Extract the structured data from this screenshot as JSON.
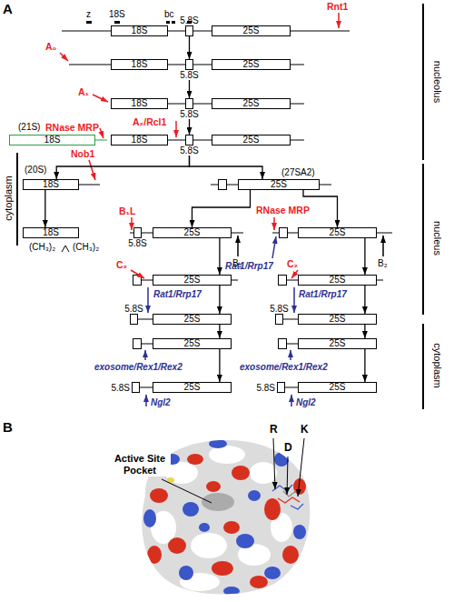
{
  "diagram": {
    "nodes": [
      {
        "text": [
          "18S"
        ]
      },
      {
        "text": [
          "5.8S"
        ]
      },
      {
        "text": [
          "25S"
        ]
      },
      {
        "text": [
          "18S"
        ]
      },
      {
        "text": [
          "5.8S"
        ]
      },
      {
        "text": [
          "25S"
        ]
      },
      {
        "text": [
          "18S"
        ]
      },
      {
        "text": [
          "5.8S"
        ]
      },
      {
        "text": [
          "25S"
        ]
      },
      {
        "text": [
          "18S"
        ]
      },
      {
        "text": [
          "18S"
        ]
      },
      {
        "text": [
          "5.8S"
        ]
      },
      {
        "text": [
          "25S"
        ]
      },
      {
        "text": [
          "18S"
        ]
      },
      {
        "text": [
          "25S"
        ]
      },
      {
        "text": [
          "18S"
        ]
      },
      {
        "text": [
          "5.8S"
        ]
      },
      {
        "text": [
          "25S"
        ]
      },
      {
        "text": [
          "25S"
        ]
      },
      {
        "text": [
          "5.8S"
        ]
      },
      {
        "text": [
          "25S"
        ]
      },
      {
        "text": [
          "25S"
        ]
      },
      {
        "text": [
          "5.8S"
        ]
      },
      {
        "text": [
          "25S"
        ]
      },
      {
        "text": [
          "25S"
        ]
      },
      {
        "text": [
          "25S"
        ]
      },
      {
        "text": [
          "5.8S"
        ]
      },
      {
        "text": [
          "25S"
        ]
      },
      {
        "text": [
          "25S"
        ]
      },
      {
        "text": [
          "5.8S"
        ]
      },
      {
        "text": [
          "25S"
        ]
      }
    ],
    "edges": [
      {
        "from": 1,
        "to": 4,
        "arrow": "to"
      },
      {
        "from": 4,
        "to": 7,
        "arrow": "to"
      },
      {
        "from": 7,
        "to": 11,
        "arrow": "to"
      },
      {
        "from": 11,
        "to": 13,
        "arrow": "to"
      },
      {
        "from": 11,
        "to": 14,
        "arrow": "to"
      },
      {
        "from": 13,
        "to": 15,
        "arrow": "to"
      },
      {
        "from": 14,
        "to": 17,
        "arrow": "to"
      },
      {
        "from": 14,
        "to": 24,
        "arrow": "to"
      },
      {
        "from": 17,
        "to": 18,
        "arrow": "to"
      },
      {
        "from": 18,
        "to": 20,
        "arrow": "to"
      },
      {
        "from": 20,
        "to": 21,
        "arrow": "to"
      },
      {
        "from": 21,
        "to": 23,
        "arrow": "to"
      },
      {
        "from": 24,
        "to": 25,
        "arrow": "to"
      },
      {
        "from": 25,
        "to": 27,
        "arrow": "to"
      },
      {
        "from": 27,
        "to": 28,
        "arrow": "to"
      },
      {
        "from": 28,
        "to": 30,
        "arrow": "to"
      }
    ],
    "labels": [
      "A",
      "z",
      "18S",
      "bc",
      "Rnt1",
      "A₀",
      "A₁",
      "A₂/Rcl1",
      "(21S)",
      "RNase MRP",
      "nucleolus",
      "(20S)",
      "Nob1",
      "(27SA2)",
      "cytoplasm",
      "B₁L",
      "RNase MRP",
      "Rat1/Rrp17",
      "C₂",
      "C₂",
      "B₂",
      "B₂",
      "nucleus",
      "Rat1/Rrp17",
      "Rat1/Rrp17",
      "(CH₃)₂",
      "(CH₃)₂",
      "exosome/Rex1/Rex2",
      "exosome/Rex1/Rex2",
      "cytoplasm",
      "Ngl2",
      "Ngl2",
      "B",
      "Active Site Pocket",
      "R",
      "D",
      "K"
    ]
  }
}
